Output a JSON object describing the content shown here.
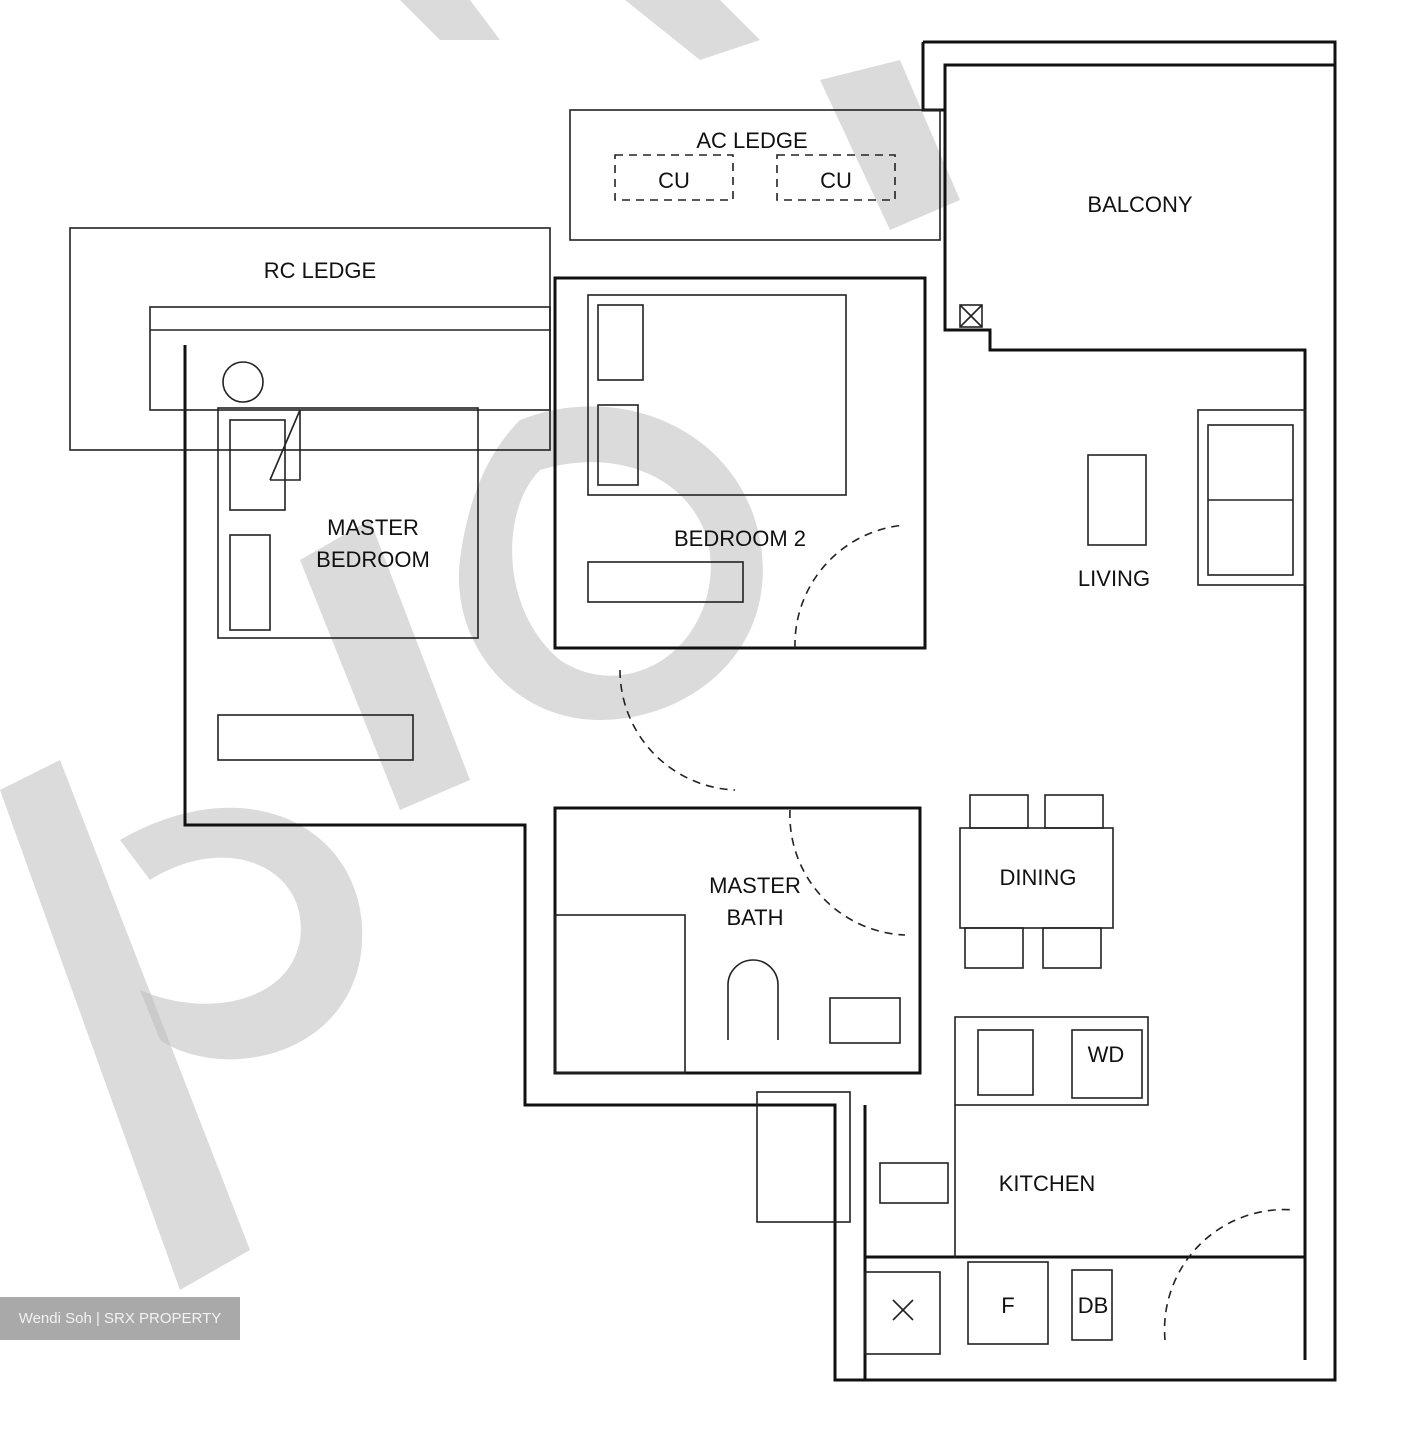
{
  "rooms": {
    "ac_ledge": "AC LEDGE",
    "cu_1": "CU",
    "cu_2": "CU",
    "balcony": "BALCONY",
    "rc_ledge": "RC LEDGE",
    "master_bedroom_1": "MASTER",
    "master_bedroom_2": "BEDROOM",
    "bedroom2": "BEDROOM 2",
    "living": "LIVING",
    "master_bath_1": "MASTER",
    "master_bath_2": "BATH",
    "dining": "DINING",
    "wd": "WD",
    "kitchen": "KITCHEN",
    "fridge": "F",
    "db": "DB"
  },
  "watermark": "PIOL",
  "credit": "Wendi Soh | SRX PROPERTY"
}
